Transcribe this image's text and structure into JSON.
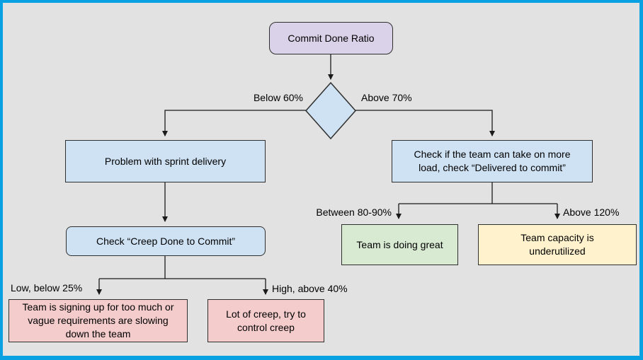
{
  "diagram": {
    "title": "Commit Done Ratio",
    "nodes": {
      "start": "Commit Done Ratio",
      "problem": "Problem with sprint delivery",
      "check_load": "Check if the team can take on more load, check “Delivered to commit”",
      "check_creep": "Check “Creep Done to Commit”",
      "too_much": "Team is signing up for too much or vague requirements are slowing down the team",
      "creep_control": "Lot of creep, try to control creep",
      "doing_great": "Team is doing great",
      "underutilized": "Team capacity is underutilized"
    },
    "edge_labels": {
      "below_60": "Below 60%",
      "above_70": "Above 70%",
      "between_80_90": "Between 80-90%",
      "above_120": "Above 120%",
      "low_below_25": "Low, below 25%",
      "high_above_40": "High, above 40%"
    },
    "colors": {
      "background": "#E2E2E2",
      "frame_border": "#09A1E1",
      "start_fill": "#D9D2E9",
      "process_fill": "#CFE2F3",
      "decision_fill": "#CFE2F3",
      "success_fill": "#D9EAD3",
      "warning_fill": "#FFF2CC",
      "alert_fill": "#F4CCCC",
      "node_border": "#2F2F2F",
      "line": "#1A1A1A"
    }
  }
}
